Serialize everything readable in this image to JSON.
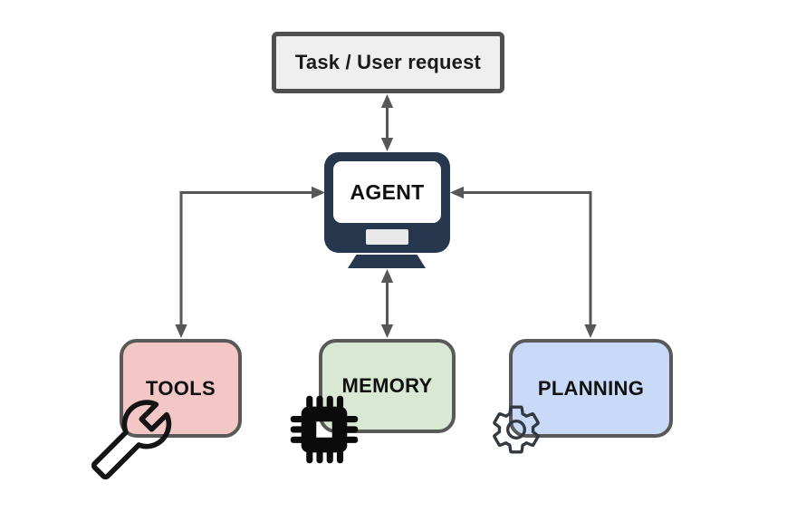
{
  "diagram": {
    "background": "#ffffff",
    "arrow_color": "#575757",
    "task_box": {
      "label": "Task / User request",
      "fill": "#efefef",
      "border_color": "#4f4f4f",
      "text_color": "#1a1a1a"
    },
    "agent": {
      "label": "AGENT",
      "monitor_color": "#27384e",
      "screen_color": "#ffffff",
      "button_color": "#e9e9e9",
      "text_color": "#111111"
    },
    "modules": [
      {
        "id": "tools",
        "label": "TOOLS",
        "fill": "#f4c7c7",
        "border_color": "#595959",
        "icon": "wrench-icon",
        "icon_color": "#141414"
      },
      {
        "id": "memory",
        "label": "MEMORY",
        "fill": "#d9e8d2",
        "border_color": "#595959",
        "icon": "chip-icon",
        "icon_color": "#0b0b0b"
      },
      {
        "id": "planning",
        "label": "PLANNING",
        "fill": "#c9daf8",
        "border_color": "#595959",
        "icon": "gear-icon",
        "icon_color": "#333940"
      }
    ],
    "connectors": [
      {
        "from": "task-box",
        "to": "agent",
        "type": "vertical-double-arrow"
      },
      {
        "from": "agent",
        "to": "memory",
        "type": "vertical-double-arrow"
      },
      {
        "from": "agent",
        "to": "tools",
        "type": "elbow-double-arrow"
      },
      {
        "from": "agent",
        "to": "planning",
        "type": "elbow-double-arrow"
      }
    ]
  }
}
